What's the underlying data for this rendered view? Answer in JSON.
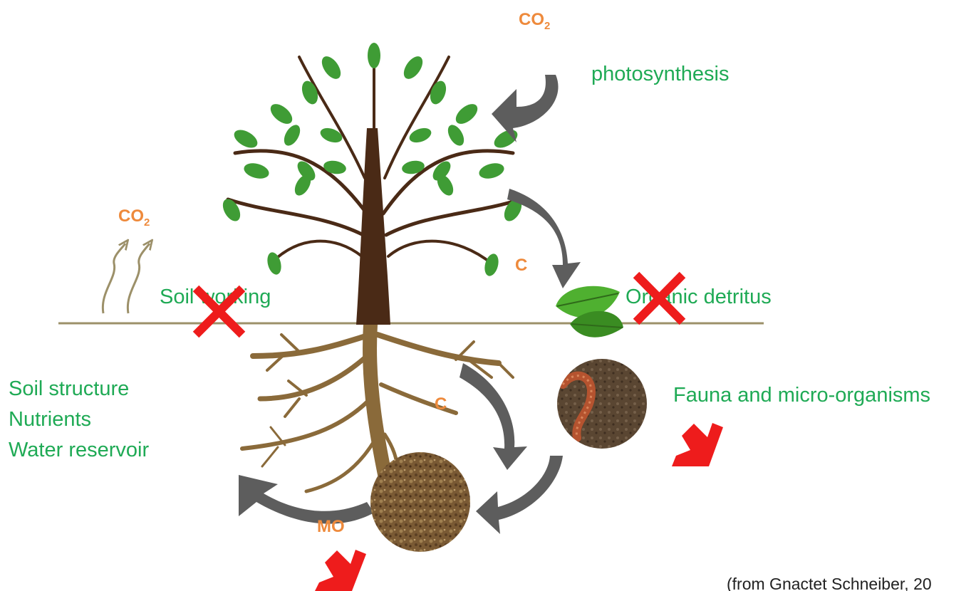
{
  "labels": {
    "photosynthesis": "photosynthesis",
    "soil_working": "Soil working",
    "organic_detritus": "Organic detritus",
    "fauna": "Fauna and micro-organisms",
    "soil_benefits": [
      "Soil structure",
      "Nutrients",
      "Water reservoir"
    ],
    "citation": "(from Gnactet Schneiber, 20"
  },
  "chem": {
    "co2_top": "CO",
    "co2_top_sub": "2",
    "co2_left": "CO",
    "co2_left_sub": "2",
    "carbon_upper": "C",
    "carbon_lower": "C",
    "organic_matter": "MO"
  },
  "colors": {
    "label_green": "#1faa55",
    "chem_orange": "#ee8a3c",
    "cycle_arrow": "#5d5d5d",
    "cross_red": "#ee1c1c",
    "trunk": "#4a2a16",
    "roots": "#8a6a3a",
    "leaf": "#3f9c35",
    "ground": "#9c9069"
  }
}
